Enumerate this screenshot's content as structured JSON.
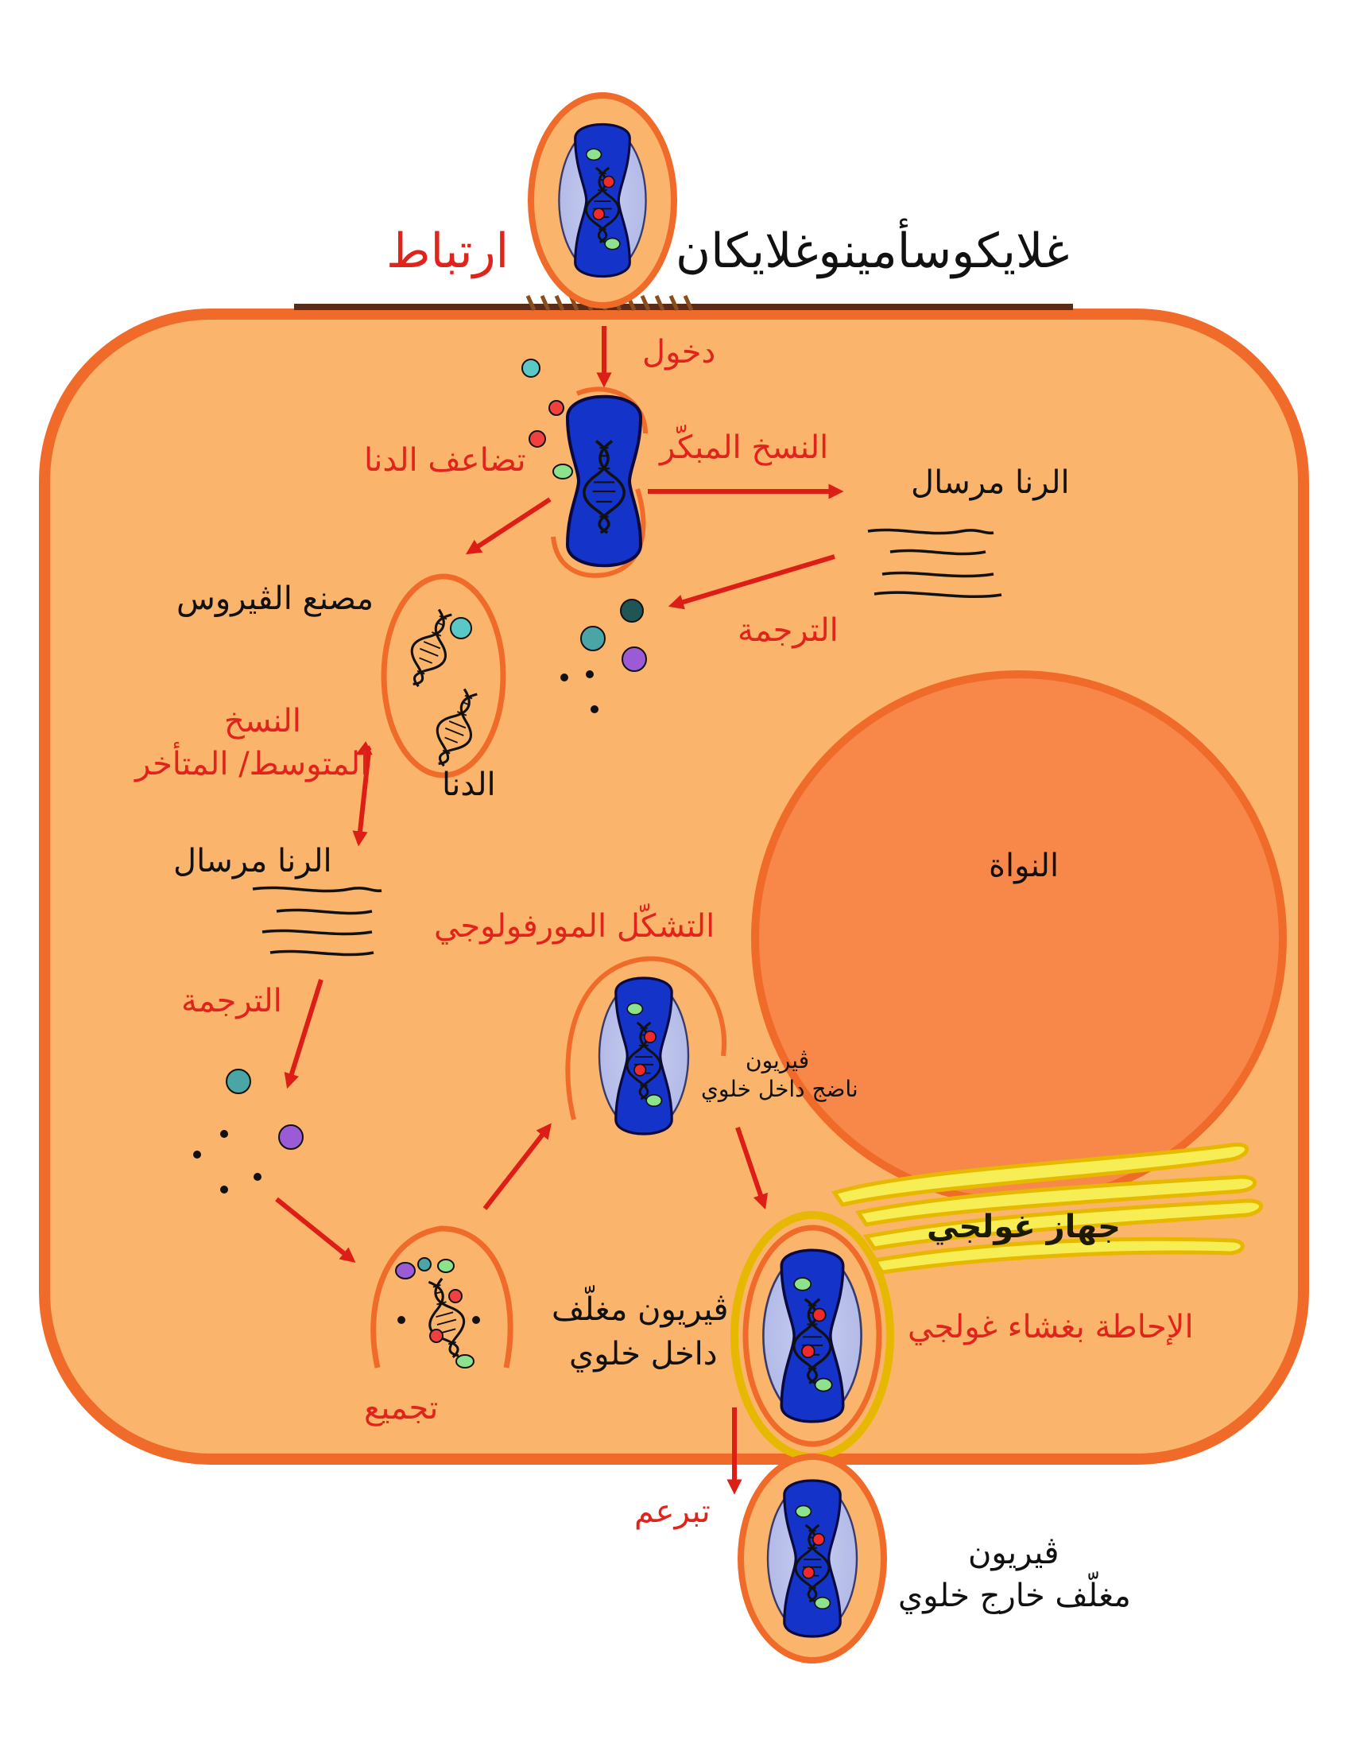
{
  "colors": {
    "cytoplasm": "#fbb46b",
    "membrane": "#f06a2a",
    "nucleus": "#f8874a",
    "arrow": "#dd1e16",
    "capsid_core": "#1433c8",
    "golgi": "#f7ee55",
    "red_text": "#e0241b"
  },
  "labels": {
    "attachment": "ارتباط",
    "glycosaminoglycan": "غلايكوسأمينوغلايكان",
    "entry": "دخول",
    "early_transcription": "النسخ المبكّر",
    "dna_replication": "تضاعف الدنا",
    "mrna_1": "الرنا مرسال",
    "translation_1": "الترجمة",
    "viral_factory": "مصنع الڤيروس",
    "mid_late_transcription_l1": "النسخ",
    "mid_late_transcription_l2": "المتوسط/ المتأخر",
    "dna": "الدنا",
    "nucleus": "النواة",
    "mrna_2": "الرنا مرسال",
    "morphogenesis": "التشكّل المورفولوجي",
    "translation_2": "الترجمة",
    "mature_virion_l1": "ڤيريون",
    "mature_virion_l2": "ناضج داخل خلوي",
    "golgi_apparatus": "جهاز غولجي",
    "wrapped_virion_l1": "ڤيريون مغلّف",
    "wrapped_virion_l2": "داخل خلوي",
    "golgi_wrapping": "الإحاطة بغشاء غولجي",
    "assembly": "تجميع",
    "budding": "تبرعم",
    "extracellular_l1": "ڤيريون",
    "extracellular_l2": "مغلّف خارج خلوي"
  },
  "icons": [
    "virion-icon",
    "dna-helix-icon",
    "protein-dot-icon",
    "mrna-strand-icon",
    "nucleus-icon",
    "golgi-icon",
    "arrow-icon"
  ]
}
